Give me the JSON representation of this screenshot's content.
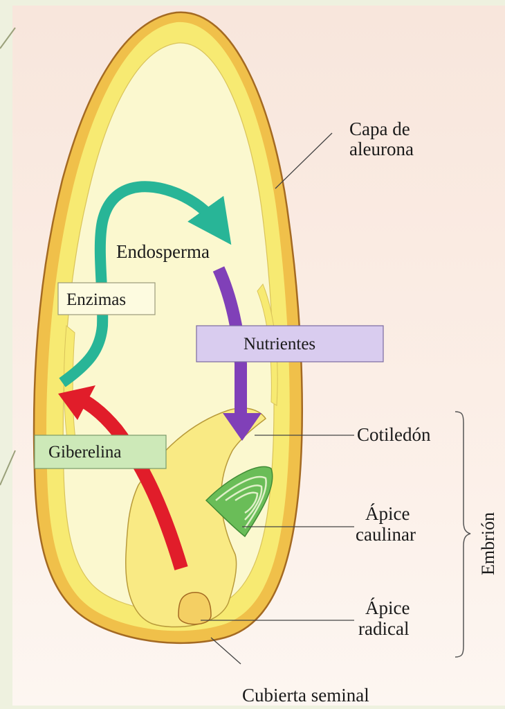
{
  "diagram": {
    "labels": {
      "capa_aleurona_1": "Capa de",
      "capa_aleurona_2": "aleurona",
      "endosperma": "Endosperma",
      "enzimas": "Enzimas",
      "nutrientes": "Nutrientes",
      "giberelina": "Giberelina",
      "cotiledon": "Cotiledón",
      "apice_caulinar_1": "Ápice",
      "apice_caulinar_2": "caulinar",
      "apice_radical_1": "Ápice",
      "apice_radical_2": "radical",
      "embrion": "Embrión",
      "cubierta_seminal": "Cubierta seminal"
    },
    "colors": {
      "background_top": "#f8e6dc",
      "background_bottom": "#fdf4ef",
      "seed_coat": "#f0c04a",
      "seed_outline": "#a46a22",
      "aleurone": "#f7ea72",
      "endosperm": "#fbf8cf",
      "embryo": "#f9ea84",
      "enzymes_arrow": "#28b597",
      "nutrients_arrow": "#8040b8",
      "gibberellin_arrow": "#e11d2a",
      "shoot_apex": "#6abd58",
      "nutrientes_box": "#d9ccef",
      "giberelina_box": "#cde9b8",
      "enzimas_box": "#fdfbe0"
    },
    "icons": [
      "curved-arrow-enzymes",
      "arrow-nutrients",
      "arrow-gibberellin",
      "shoot-apex-icon",
      "embrion-bracket"
    ]
  }
}
